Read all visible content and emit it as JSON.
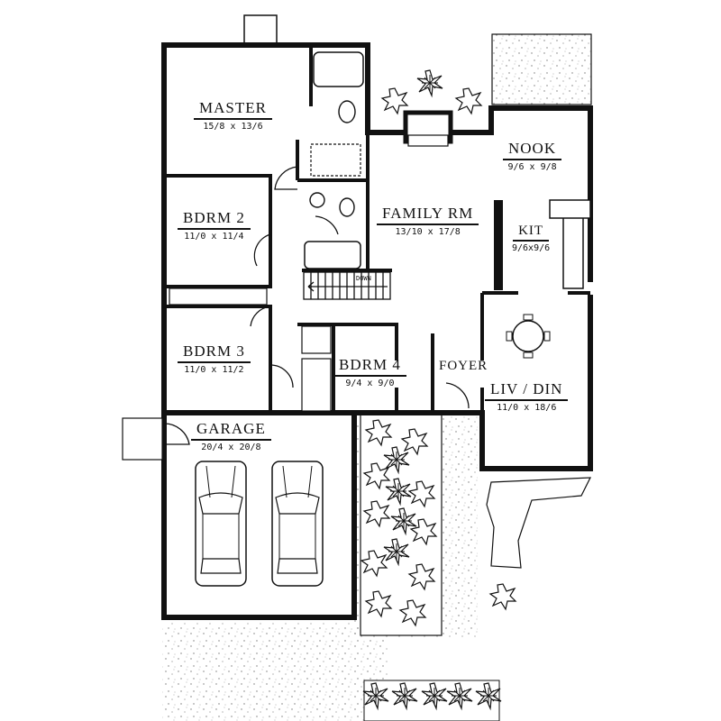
{
  "plan": {
    "rooms": {
      "master": {
        "name": "MASTER",
        "dim": "15/8 x 13/6"
      },
      "bdrm2": {
        "name": "BDRM 2",
        "dim": "11/0 x 11/4"
      },
      "family": {
        "name": "FAMILY RM",
        "dim": "13/10 x 17/8"
      },
      "nook": {
        "name": "NOOK",
        "dim": "9/6 x 9/8"
      },
      "kit": {
        "name": "KIT",
        "dim": "9/6x9/6"
      },
      "bdrm3": {
        "name": "BDRM 3",
        "dim": "11/0 x 11/2"
      },
      "bdrm4": {
        "name": "BDRM 4",
        "dim": "9/4 x 9/0"
      },
      "foyer": {
        "name": "FOYER"
      },
      "livdin": {
        "name": "LIV / DIN",
        "dim": "11/0 x 18/6"
      },
      "garage": {
        "name": "GARAGE",
        "dim": "20/4 x 20/8"
      }
    },
    "stair": {
      "label": "DOWN"
    },
    "colors": {
      "wall": "#111111",
      "background": "#ffffff",
      "stipple": "#777777"
    }
  }
}
